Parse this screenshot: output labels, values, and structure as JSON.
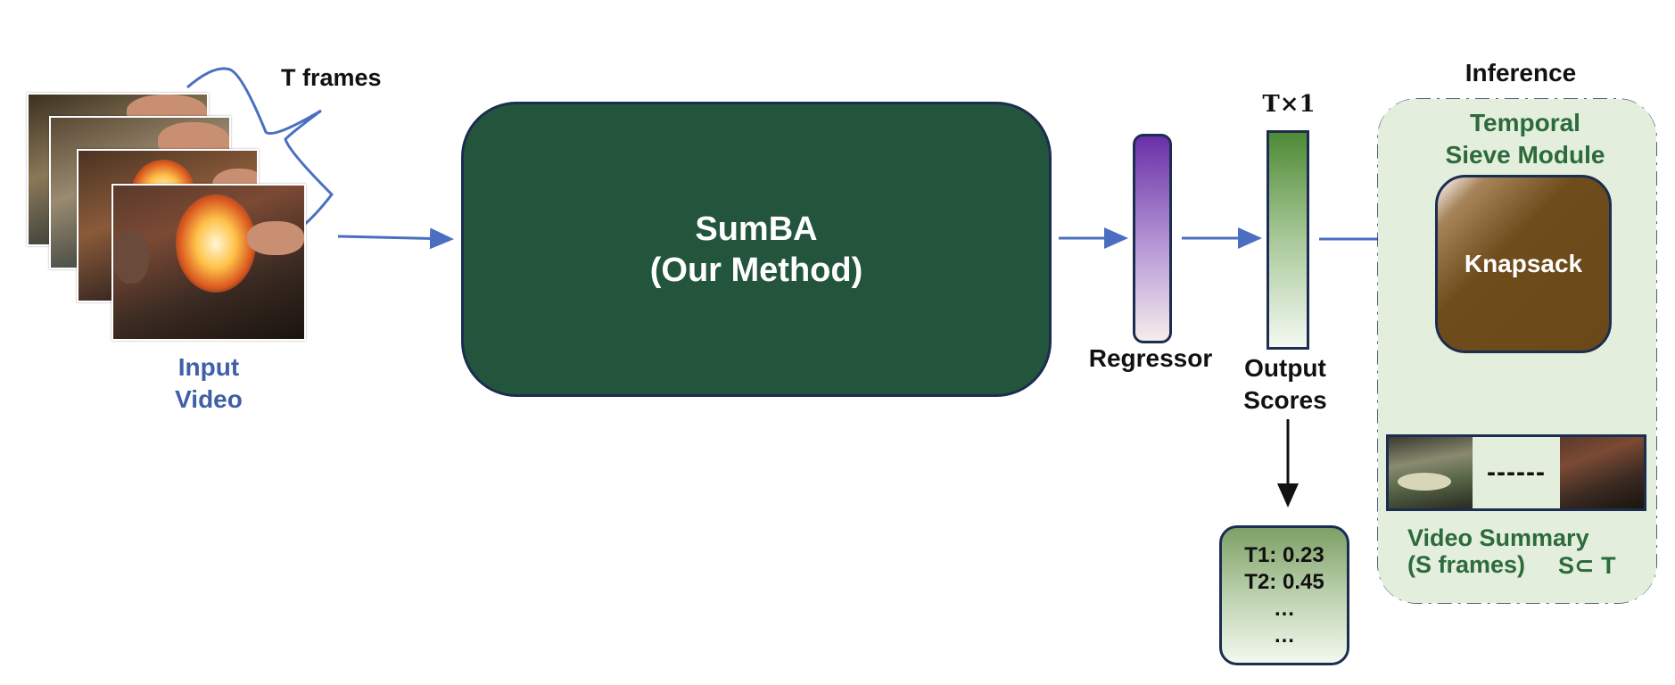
{
  "input": {
    "frames_label": "T frames",
    "input_label_line1": "Input",
    "input_label_line2": "Video",
    "frames": [
      "video-frame-1",
      "video-frame-2",
      "video-frame-3",
      "video-frame-4"
    ]
  },
  "model": {
    "title": "SumBA",
    "subtitle": "(Our Method)"
  },
  "regressor": {
    "label": "Regressor"
  },
  "output": {
    "dims": "T×1",
    "label_line1": "Output",
    "label_line2": "Scores",
    "scores": [
      "T1: 0.23",
      "T2: 0.45",
      "…",
      "…"
    ]
  },
  "inference": {
    "title": "Inference",
    "module_line1": "Temporal",
    "module_line2": "Sieve Module",
    "knapsack": "Knapsack",
    "dashes": "------",
    "summary_line1": "Video Summary",
    "summary_line2": "(S frames)",
    "subset": "S⊂ T"
  },
  "colors": {
    "arrow": "#4a6fc1",
    "model_fill": "#23553d",
    "label_blue": "#3f5fa8",
    "label_green": "#2d6a3c",
    "inference_fill": "#e3efdc",
    "knapsack_fill": "#6a4818",
    "outline": "#1b2d50"
  }
}
